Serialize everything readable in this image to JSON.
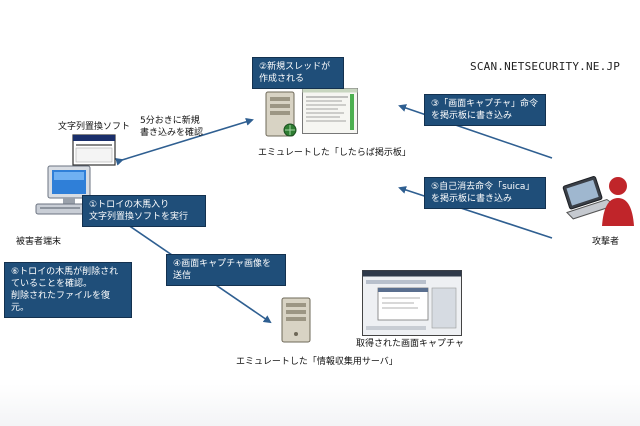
{
  "watermark": "SCAN.NETSECURITY.NE.JP",
  "nodes": {
    "victim": "被害者端末",
    "text_software": "文字列置換ソフト",
    "bbs_server": "エミュレートした「したらば掲示板」",
    "collect_server": "エミュレートした「情報収集用サーバ」",
    "attacker": "攻撃者",
    "capture": "取得された画面キャプチャ"
  },
  "annotations": {
    "poll": "5分おきに新規\n書き込みを確認"
  },
  "steps": [
    {
      "text": "①トロイの木馬入り\n文字列置換ソフトを実行"
    },
    {
      "text": "②新規スレッドが\n作成される"
    },
    {
      "text": "③「画面キャプチャ」命令\nを掲示板に書き込み"
    },
    {
      "text": "④画面キャプチャ画像を\n送信"
    },
    {
      "text": "⑤自己消去命令「suica」\nを掲示板に書き込み"
    },
    {
      "text": "⑥トロイの木馬が削除され\nていることを確認。\n削除されたファイルを復元。"
    }
  ],
  "colors": {
    "callout_bg": "#1f4e79",
    "arrow": "#2f5f91",
    "attacker_red": "#c0252a"
  },
  "icons": {
    "victim": "desktop-computer-icon",
    "text_software": "application-window-icon",
    "bbs_server": "server-tower-icon",
    "collect_server": "server-tower-icon",
    "attacker": "laptop-user-icon",
    "capture": "screenshot-thumbnail-icon"
  }
}
